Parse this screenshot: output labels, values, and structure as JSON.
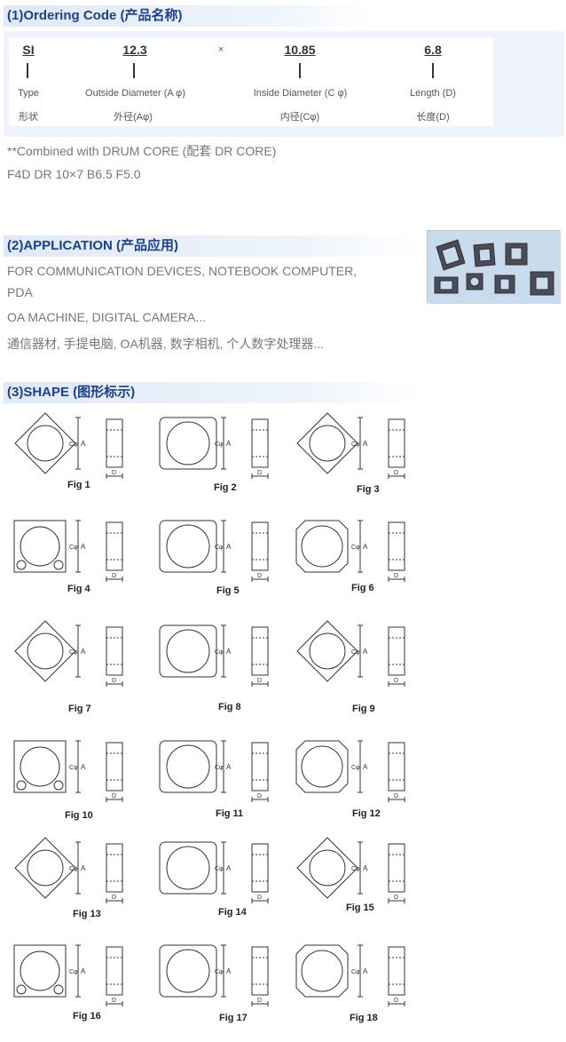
{
  "ordering": {
    "title": "(1)Ordering Code (产品名称)",
    "times_sign": "×",
    "fields": [
      {
        "value": "SI",
        "label": "Type",
        "label_cn": "形状"
      },
      {
        "value": "12.3",
        "label": "Outside Diameter (A φ)",
        "label_cn": "外径(Aφ)"
      },
      {
        "value": "10.85",
        "label": "Inside Diameter (C φ)",
        "label_cn": "内径(Cφ)"
      },
      {
        "value": "6.8",
        "label": "Length (D)",
        "label_cn": "长度(D)"
      }
    ],
    "note_1": "**Combined with DRUM CORE (配套  DR CORE)",
    "note_2": "F4D DR 10×7 B6.5 F5.0"
  },
  "application": {
    "title": "(2)APPLICATION (产品应用)",
    "line_1": "FOR COMMUNICATION DEVICES, NOTEBOOK COMPUTER,",
    "line_2": "PDA",
    "line_3": "OA MACHINE, DIGITAL CAMERA...",
    "line_cn": "通信器材, 手提电脑, OA机器, 数字相机, 个人数字处理器..."
  },
  "shape": {
    "title": "(3)SHAPE (图形标示)",
    "dim_labels": {
      "a": "A",
      "c": "Cφ",
      "d": "D"
    },
    "figures": [
      {
        "label": "Fig 1"
      },
      {
        "label": "Fig 2"
      },
      {
        "label": "Fig 3"
      },
      {
        "label": "Fig 4"
      },
      {
        "label": "Fig 5"
      },
      {
        "label": "Fig 6"
      },
      {
        "label": "Fig 7"
      },
      {
        "label": "Fig 8"
      },
      {
        "label": "Fig 9"
      },
      {
        "label": "Fig 10"
      },
      {
        "label": "Fig 11"
      },
      {
        "label": "Fig 12"
      },
      {
        "label": "Fig 13"
      },
      {
        "label": "Fig 14"
      },
      {
        "label": "Fig 15"
      },
      {
        "label": "Fig 16"
      },
      {
        "label": "Fig 17"
      },
      {
        "label": "Fig 18"
      }
    ]
  },
  "colors": {
    "header_text": "#1c3f94",
    "header_bg": "#dfeaf7",
    "band_bg": "#eef3fb"
  }
}
